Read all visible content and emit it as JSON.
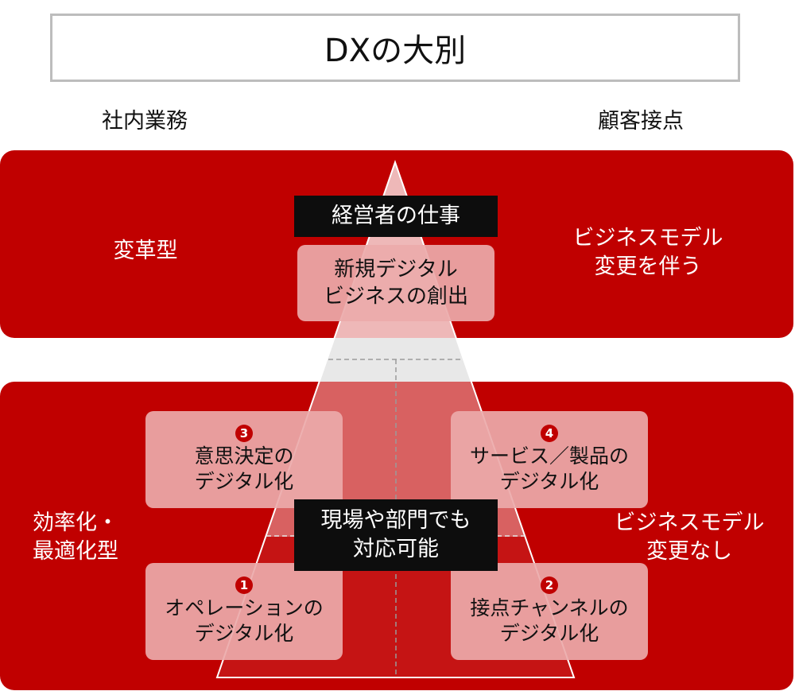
{
  "title": "DXの大別",
  "columns": {
    "left": "社内業務",
    "right": "顧客接点"
  },
  "top_band": {
    "left_label": "変革型",
    "right_label_line1": "ビジネスモデル",
    "right_label_line2": "変更を伴う",
    "header_box": "経営者の仕事",
    "card_line1": "新規デジタル",
    "card_line2": "ビジネスの創出"
  },
  "bottom_band": {
    "left_label_line1": "効率化・",
    "left_label_line2": "最適化型",
    "right_label_line1": "ビジネスモデル",
    "right_label_line2": "変更なし",
    "center_box_line1": "現場や部門でも",
    "center_box_line2": "対応可能",
    "cards": [
      {
        "number": "3",
        "line1": "意思決定の",
        "line2": "デジタル化"
      },
      {
        "number": "4",
        "line1": "サービス／製品の",
        "line2": "デジタル化"
      },
      {
        "number": "1",
        "line1": "オペレーションの",
        "line2": "デジタル化"
      },
      {
        "number": "2",
        "line1": "接点チャンネルの",
        "line2": "デジタル化"
      }
    ]
  },
  "colors": {
    "band": "#c00000",
    "card": "#eaaaaa",
    "pyramid": "#ffffff",
    "header_box": "#0d0d0d"
  }
}
